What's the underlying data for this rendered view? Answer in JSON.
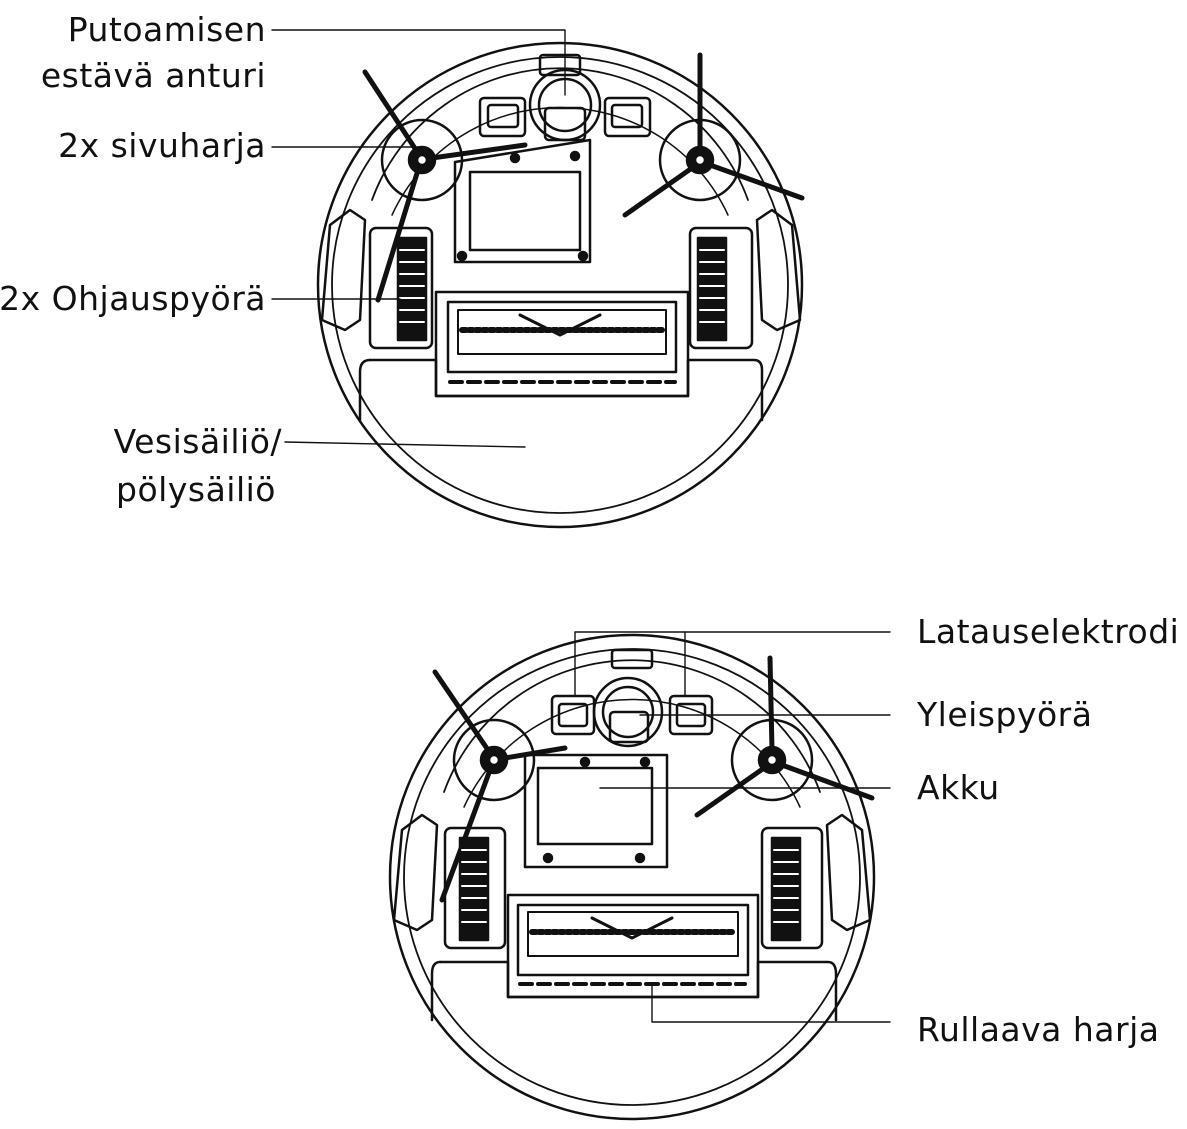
{
  "labels": {
    "cliff_sensor_line1": "Putoamisen",
    "cliff_sensor_line2": "estävä anturi",
    "side_brush": "2x sivuharja",
    "drive_wheel": "2x Ohjauspyörä",
    "tank_line1": "Vesisäiliö/",
    "tank_line2": "pölysäiliö",
    "charging_electrode": "Latauselektrodi",
    "universal_wheel": "Yleispyörä",
    "battery": "Akku",
    "roller_brush": "Rullaava harja"
  },
  "colors": {
    "line": "#111111",
    "background": "#ffffff"
  }
}
